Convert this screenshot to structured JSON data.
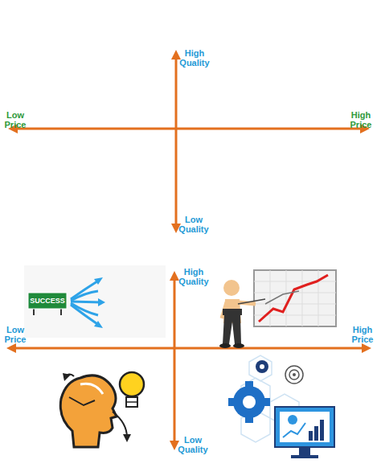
{
  "diagram": {
    "labels": [
      "High Quality",
      "Low Price",
      "High Price",
      "Low Quality",
      "SUCCESS",
      "High Quality",
      "Low Price",
      "High Price",
      "Low Quality"
    ]
  }
}
